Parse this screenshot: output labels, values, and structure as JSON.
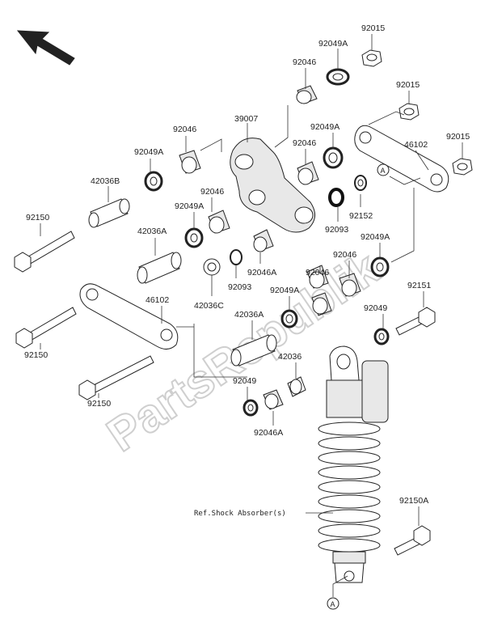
{
  "labels": {
    "l92015a": "92015",
    "l92049Aa": "92049A",
    "l92046a": "92046",
    "l92015b": "92015",
    "l92015c": "92015",
    "l39007": "39007",
    "l92046b": "92046",
    "l92049Ab": "92049A",
    "l92046c": "92046",
    "l92049Ac": "92049A",
    "l46102a": "46102",
    "l42036B": "42036B",
    "l92046d": "92046",
    "l92049Ad": "92049A",
    "l92152": "92152",
    "l92093a": "92093",
    "l92150a": "92150",
    "l42036A": "42036A",
    "l92049Ae": "92049A",
    "l92046Aa": "92046A",
    "l92046e": "92046",
    "l92093b": "92093",
    "l42036C": "42036C",
    "l92049Af": "92049A",
    "l92046f": "92046",
    "l92151": "92151",
    "l46102b": "46102",
    "l42036Ab": "42036A",
    "l92049": "92049",
    "l92150b": "92150",
    "l42036": "42036",
    "l92049b": "92049",
    "l92150c": "92150",
    "l92046Ab": "92046A",
    "l92150A": "92150A",
    "ref": "Ref.Shock Absorber(s)",
    "markerA1": "A",
    "markerA2": "A"
  },
  "watermark": "PartsRepublik"
}
